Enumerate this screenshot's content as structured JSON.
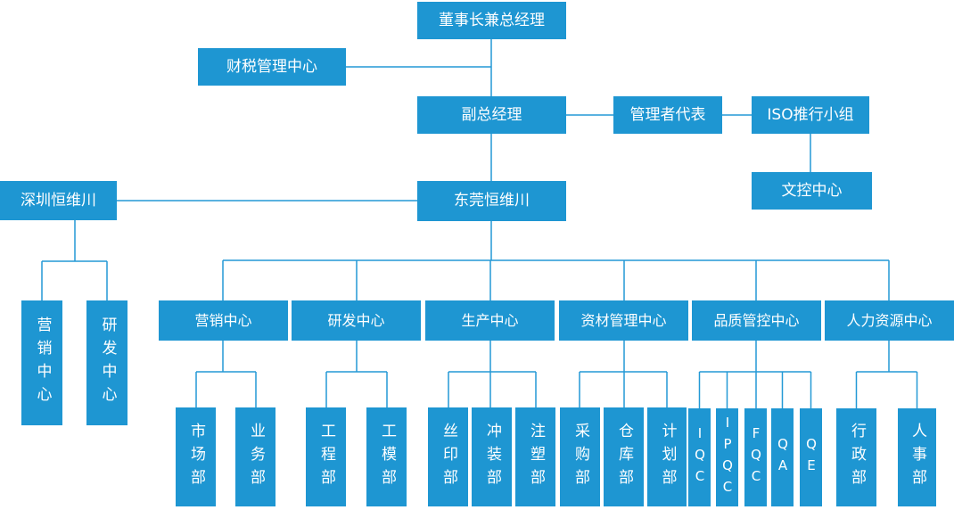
{
  "colors": {
    "box": "#1e96d2",
    "line": "#2499d6",
    "text": "#ffffff"
  },
  "nodes": {
    "chairman": "董事长兼总经理",
    "finance_tax_center": "财税管理中心",
    "deputy_gm": "副总经理",
    "management_rep": "管理者代表",
    "iso_team": "ISO推行小组",
    "doc_control_center": "文控中心",
    "shenzhen_branch": "深圳恒维川",
    "dongguan_branch": "东莞恒维川",
    "sz_marketing_center": "营销中心",
    "sz_rd_center": "研发中心",
    "marketing_center": "营销中心",
    "rd_center": "研发中心",
    "production_center": "生产中心",
    "material_mgmt_center": "资材管理中心",
    "quality_control_center": "品质管控中心",
    "hr_center": "人力资源中心",
    "market_dept": "市场部",
    "business_dept": "业务部",
    "engineering_dept": "工程部",
    "tooling_dept": "工模部",
    "silkscreen_dept": "丝印部",
    "stamping_dept": "冲装部",
    "injection_dept": "注塑部",
    "purchasing_dept": "采购部",
    "warehouse_dept": "仓库部",
    "planning_dept": "计划部",
    "iqc": "IQC",
    "ipqc": "IPQC",
    "fqc": "FQC",
    "qa": "QA",
    "qe": "QE",
    "admin_dept": "行政部",
    "personnel_dept": "人事部"
  }
}
